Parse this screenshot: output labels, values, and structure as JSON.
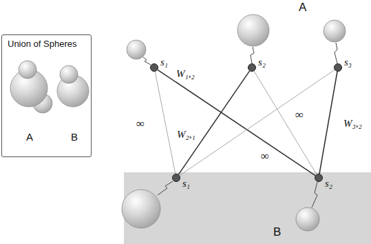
{
  "diagram": {
    "nodes": [
      {
        "text": [
          "Union of Spheres",
          "A",
          "B"
        ]
      },
      {
        "text": [
          "s₁"
        ]
      },
      {
        "text": [
          "s₂"
        ]
      },
      {
        "text": [
          "s₃"
        ]
      },
      {
        "text": [
          "B"
        ]
      },
      {
        "text": [
          "s₁"
        ],
        "in": 4
      },
      {
        "text": [
          "s₂"
        ],
        "in": 4
      }
    ],
    "edges": [
      {
        "from": 1,
        "to": 5,
        "arrow": "none",
        "label": "∞"
      },
      {
        "from": 1,
        "to": 6,
        "arrow": "none",
        "label": "W₁,₂"
      },
      {
        "from": 2,
        "to": 5,
        "arrow": "none",
        "label": "W₂,₁"
      },
      {
        "from": 2,
        "to": 6,
        "arrow": "none",
        "label": "∞"
      },
      {
        "from": 3,
        "to": 5,
        "arrow": "none",
        "label": "∞"
      },
      {
        "from": 3,
        "to": 6,
        "arrow": "none",
        "label": "W₃,₂"
      }
    ],
    "labels": [
      "A"
    ]
  }
}
